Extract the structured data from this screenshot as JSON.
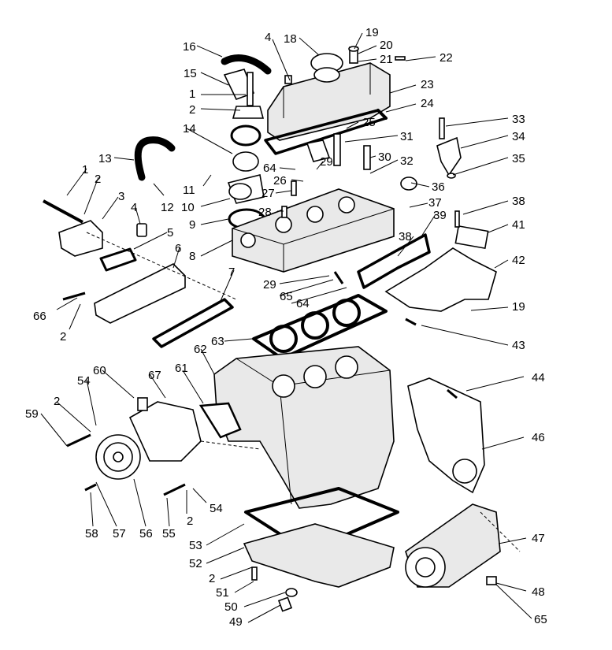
{
  "diagram": {
    "callouts": [
      {
        "id": "c16",
        "text": "16"
      },
      {
        "id": "c4a",
        "text": "4"
      },
      {
        "id": "c18",
        "text": "18"
      },
      {
        "id": "c19a",
        "text": "19"
      },
      {
        "id": "c20",
        "text": "20"
      },
      {
        "id": "c21",
        "text": "21"
      },
      {
        "id": "c22",
        "text": "22"
      },
      {
        "id": "c15",
        "text": "15"
      },
      {
        "id": "c1a",
        "text": "1"
      },
      {
        "id": "c2a",
        "text": "2"
      },
      {
        "id": "c23",
        "text": "23"
      },
      {
        "id": "c24",
        "text": "24"
      },
      {
        "id": "c25",
        "text": "25"
      },
      {
        "id": "c14",
        "text": "14"
      },
      {
        "id": "c33",
        "text": "33"
      },
      {
        "id": "c34",
        "text": "34"
      },
      {
        "id": "c13",
        "text": "13"
      },
      {
        "id": "c31",
        "text": "31"
      },
      {
        "id": "c30",
        "text": "30"
      },
      {
        "id": "c35",
        "text": "35"
      },
      {
        "id": "c64a",
        "text": "64"
      },
      {
        "id": "c29a",
        "text": "29"
      },
      {
        "id": "c32",
        "text": "32"
      },
      {
        "id": "c1b",
        "text": "1"
      },
      {
        "id": "c2b",
        "text": "2"
      },
      {
        "id": "c11",
        "text": "11"
      },
      {
        "id": "c26",
        "text": "26"
      },
      {
        "id": "c36",
        "text": "36"
      },
      {
        "id": "c27",
        "text": "27"
      },
      {
        "id": "c12",
        "text": "12"
      },
      {
        "id": "c3",
        "text": "3"
      },
      {
        "id": "c10",
        "text": "10"
      },
      {
        "id": "c4b",
        "text": "4"
      },
      {
        "id": "c37",
        "text": "37"
      },
      {
        "id": "c38a",
        "text": "38"
      },
      {
        "id": "c28",
        "text": "28"
      },
      {
        "id": "c39",
        "text": "39"
      },
      {
        "id": "c9",
        "text": "9"
      },
      {
        "id": "c41",
        "text": "41"
      },
      {
        "id": "c5",
        "text": "5"
      },
      {
        "id": "c38b",
        "text": "38"
      },
      {
        "id": "c6",
        "text": "6"
      },
      {
        "id": "c8",
        "text": "8"
      },
      {
        "id": "c42",
        "text": "42"
      },
      {
        "id": "c7",
        "text": "7"
      },
      {
        "id": "c29b",
        "text": "29"
      },
      {
        "id": "c65a",
        "text": "65"
      },
      {
        "id": "c64b",
        "text": "64"
      },
      {
        "id": "c66",
        "text": "66"
      },
      {
        "id": "c19b",
        "text": "19"
      },
      {
        "id": "c2c",
        "text": "2"
      },
      {
        "id": "c63",
        "text": "63"
      },
      {
        "id": "c43",
        "text": "43"
      },
      {
        "id": "c62",
        "text": "62"
      },
      {
        "id": "c60",
        "text": "60"
      },
      {
        "id": "c67",
        "text": "67"
      },
      {
        "id": "c61",
        "text": "61"
      },
      {
        "id": "c54a",
        "text": "54"
      },
      {
        "id": "c44",
        "text": "44"
      },
      {
        "id": "c2d",
        "text": "2"
      },
      {
        "id": "c59",
        "text": "59"
      },
      {
        "id": "c46",
        "text": "46"
      },
      {
        "id": "c54b",
        "text": "54"
      },
      {
        "id": "c2e",
        "text": "2"
      },
      {
        "id": "c58",
        "text": "58"
      },
      {
        "id": "c57",
        "text": "57"
      },
      {
        "id": "c56",
        "text": "56"
      },
      {
        "id": "c55",
        "text": "55"
      },
      {
        "id": "c53",
        "text": "53"
      },
      {
        "id": "c47",
        "text": "47"
      },
      {
        "id": "c52",
        "text": "52"
      },
      {
        "id": "c2f",
        "text": "2"
      },
      {
        "id": "c51",
        "text": "51"
      },
      {
        "id": "c48",
        "text": "48"
      },
      {
        "id": "c50",
        "text": "50"
      },
      {
        "id": "c65b",
        "text": "65"
      },
      {
        "id": "c49",
        "text": "49"
      }
    ]
  }
}
